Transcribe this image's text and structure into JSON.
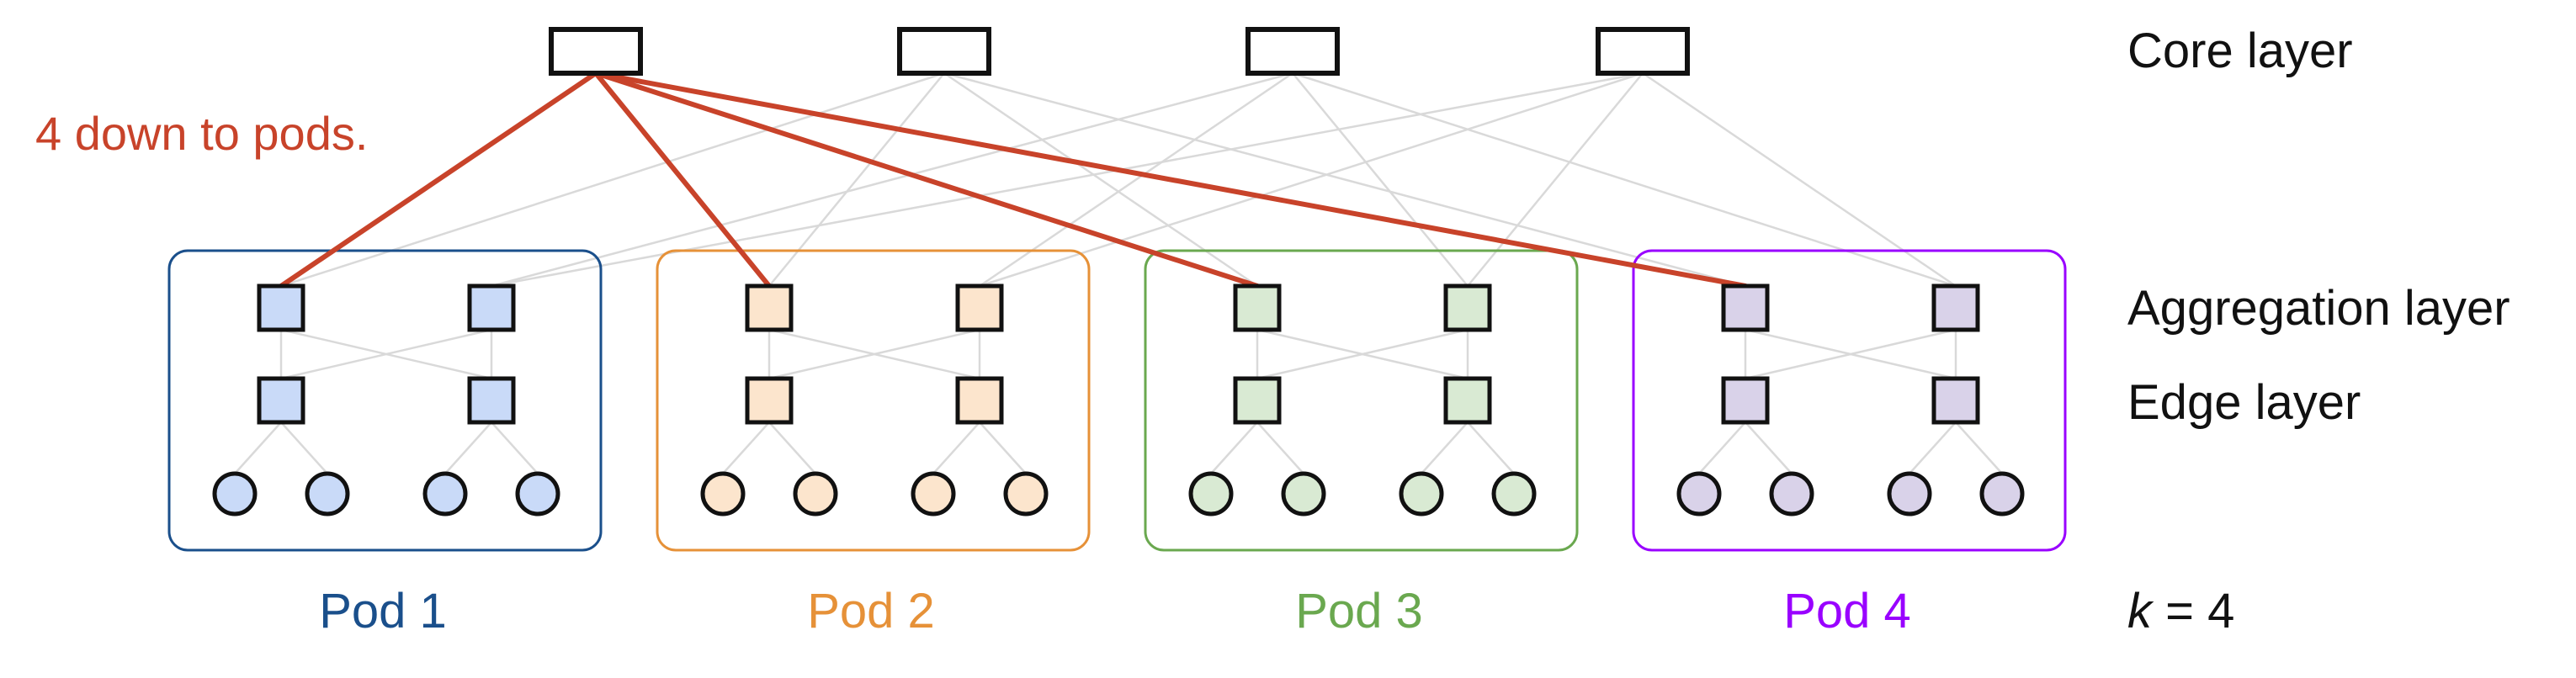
{
  "annotation": "4 down to pods.",
  "layers": {
    "core": "Core layer",
    "aggregation": "Aggregation layer",
    "edge": "Edge layer"
  },
  "k_label": {
    "var": "k",
    "rest": " = 4"
  },
  "colors": {
    "highlight": "#c8432a",
    "background_line": "#d9d9d9",
    "node_stroke": "#111111"
  },
  "pods": [
    {
      "label": "Pod 1",
      "border": "#1a4f8b",
      "fill": "#c9daf8"
    },
    {
      "label": "Pod 2",
      "border": "#e69138",
      "fill": "#fce5cd"
    },
    {
      "label": "Pod 3",
      "border": "#6aa84f",
      "fill": "#d9ead3"
    },
    {
      "label": "Pod 4",
      "border": "#9900ff",
      "fill": "#d9d2e9"
    }
  ]
}
